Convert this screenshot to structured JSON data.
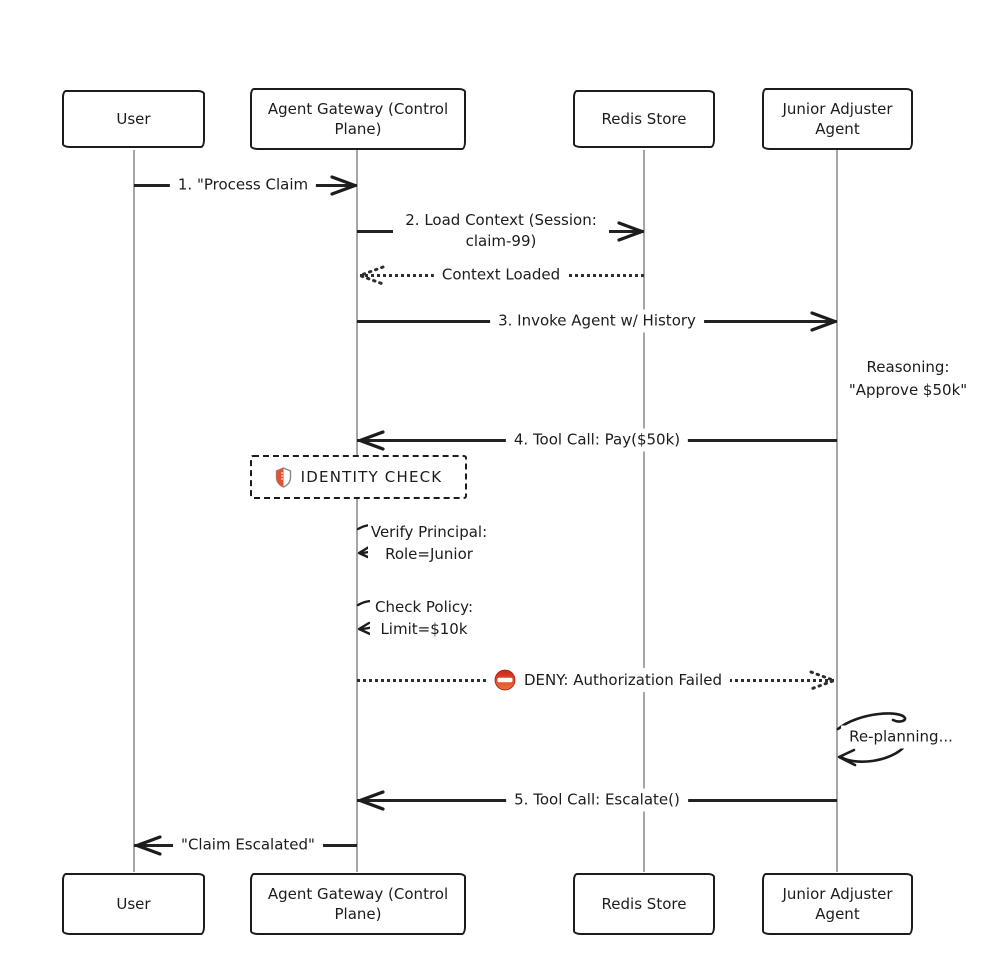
{
  "palette": {
    "background": "#ffffff",
    "stroke": "#1c1c1c",
    "lifeline_gray": "#a6a6a6",
    "shield_red": "#e8502f",
    "deny_red": "#d92b1c"
  },
  "actors": {
    "user": {
      "label": "User"
    },
    "gateway": {
      "label": "Agent Gateway (Control Plane)"
    },
    "redis": {
      "label": "Redis Store"
    },
    "junior": {
      "label": "Junior Adjuster Agent"
    }
  },
  "messages": {
    "process_claim": {
      "label": "1. \"Process Claim",
      "type": "solid",
      "from": "user",
      "to": "gateway"
    },
    "load_context": {
      "label": "2. Load Context (Session: claim-99)",
      "type": "solid",
      "from": "gateway",
      "to": "redis"
    },
    "context_loaded": {
      "label": "Context Loaded",
      "type": "dotted",
      "from": "redis",
      "to": "gateway"
    },
    "invoke_agent": {
      "label": "3. Invoke Agent w/ History",
      "type": "solid",
      "from": "gateway",
      "to": "junior"
    },
    "tool_call_pay": {
      "label": "4. Tool Call: Pay($50k)",
      "type": "solid",
      "from": "junior",
      "to": "gateway"
    },
    "deny": {
      "label": "DENY: Authorization Failed",
      "type": "dotted",
      "from": "gateway",
      "to": "junior",
      "icon": "no-entry-icon"
    },
    "tool_call_escalate": {
      "label": "5. Tool Call: Escalate()",
      "type": "solid",
      "from": "junior",
      "to": "gateway"
    },
    "claim_escalated": {
      "label": "\"Claim Escalated\"",
      "type": "solid",
      "from": "gateway",
      "to": "user"
    }
  },
  "notes": {
    "reasoning": {
      "label": "Reasoning: \"Approve $50k\"",
      "anchor": "junior"
    },
    "verify_principal": {
      "label": "Verify Principal: Role=Junior",
      "anchor": "gateway"
    },
    "check_policy": {
      "label": "Check Policy: Limit=$10k",
      "anchor": "gateway"
    },
    "replanning": {
      "label": "Re-planning...",
      "anchor": "junior"
    }
  },
  "identity_check": {
    "label": "IDENTITY CHECK",
    "icon": "shield-icon"
  }
}
